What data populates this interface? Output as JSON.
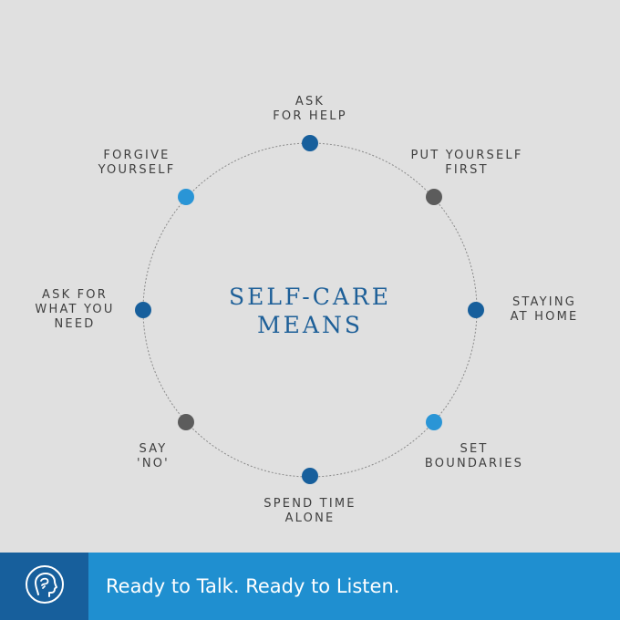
{
  "diagram": {
    "title_lines": [
      "SELF-CARE",
      "MEANS"
    ],
    "nodes": [
      {
        "label_lines": [
          "ASK",
          "FOR HELP"
        ],
        "color": "#175f9c"
      },
      {
        "label_lines": [
          "PUT YOURSELF",
          "FIRST"
        ],
        "color": "#5c5c5c"
      },
      {
        "label_lines": [
          "STAYING",
          "AT HOME"
        ],
        "color": "#175f9c"
      },
      {
        "label_lines": [
          "SET",
          "BOUNDARIES"
        ],
        "color": "#2a95d6"
      },
      {
        "label_lines": [
          "SPEND TIME",
          "ALONE"
        ],
        "color": "#175f9c"
      },
      {
        "label_lines": [
          "SAY",
          "'NO'"
        ],
        "color": "#5c5c5c"
      },
      {
        "label_lines": [
          "ASK FOR",
          "WHAT YOU",
          "NEED"
        ],
        "color": "#175f9c"
      },
      {
        "label_lines": [
          "FORGIVE",
          "YOURSELF"
        ],
        "color": "#2a95d6"
      }
    ]
  },
  "footer": {
    "tagline": "Ready to Talk. Ready to Listen.",
    "logo_icon": "head-profile-icon",
    "background_color": "#1f8fd0",
    "logo_box_color": "#175f9c"
  }
}
